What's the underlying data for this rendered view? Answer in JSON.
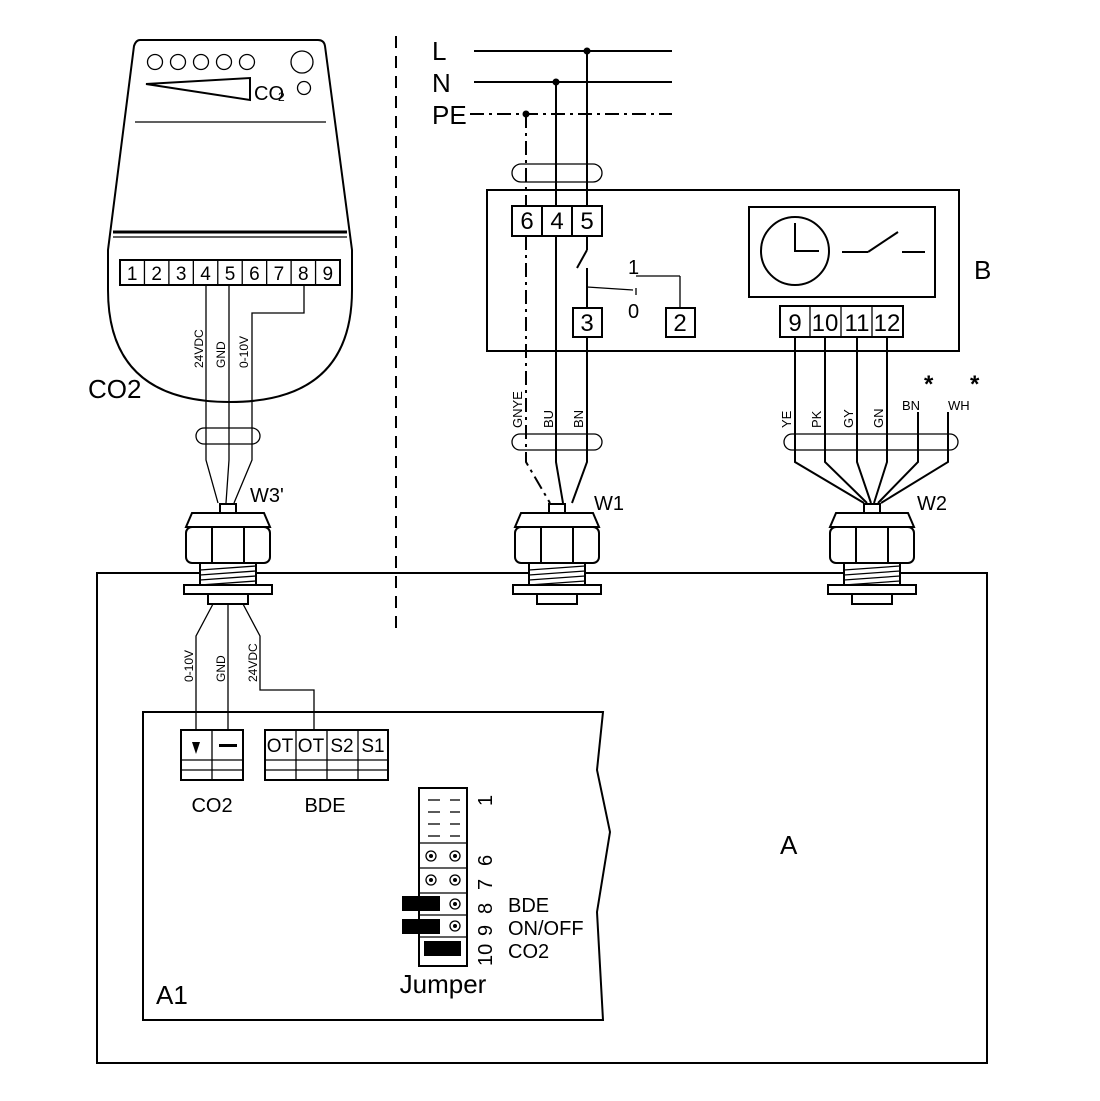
{
  "mains": {
    "L": "L",
    "N": "N",
    "PE": "PE"
  },
  "co2_sensor": {
    "label": "CO2",
    "co2_symbol": "CO",
    "co2_subscript": "2",
    "terminals": [
      "1",
      "2",
      "3",
      "4",
      "5",
      "6",
      "7",
      "8",
      "9"
    ],
    "wire_24vdc": "24VDC",
    "wire_gnd": "GND",
    "wire_0_10v": "0-10V"
  },
  "unit_b": {
    "label": "B",
    "terminals_top": [
      "6",
      "4",
      "5"
    ],
    "terminal_3": "3",
    "terminal_2": "2",
    "switch_1": "1",
    "switch_0": "0",
    "terminals_out": [
      "9",
      "10",
      "11",
      "12"
    ]
  },
  "cables": {
    "w3": "W3'",
    "w1": "W1",
    "w2": "W2"
  },
  "w1_wires": [
    "GNYE",
    "BU",
    "BN"
  ],
  "w2_wires": [
    "YE",
    "PK",
    "GY",
    "GN",
    "BN",
    "WH"
  ],
  "w2_star": "*",
  "housing": {
    "label": "A"
  },
  "board": {
    "label": "A1",
    "w3_inner_wires": [
      "0-10V",
      "GND",
      "24VDC"
    ],
    "co2_block_label": "CO2",
    "bde_block_label": "BDE",
    "bde_terms": [
      "OT",
      "OT",
      "S2",
      "S1"
    ],
    "jumper_label": "Jumper",
    "jumper_numbers": [
      "1",
      "6",
      "7",
      "8",
      "9",
      "10"
    ],
    "jumper_bde": "BDE",
    "jumper_onoff": "ON/OFF",
    "jumper_co2": "CO2"
  }
}
